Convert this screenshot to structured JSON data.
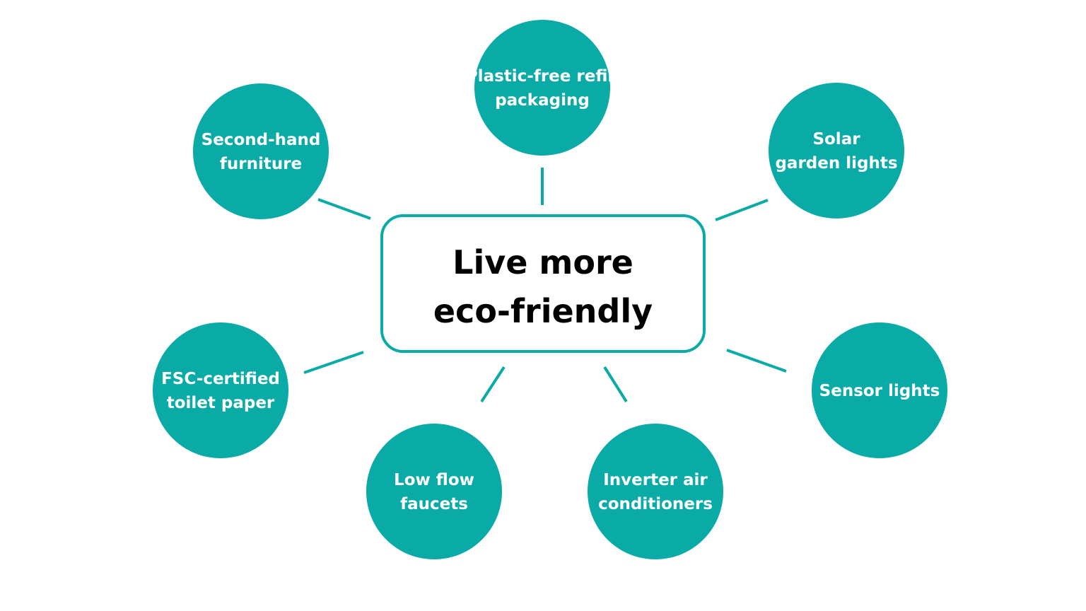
{
  "accent_color": "#0AABA6",
  "center": {
    "lines": [
      "Live more",
      "eco-friendly"
    ]
  },
  "nodes": [
    {
      "lines": [
        "Plastic-free refill",
        "packaging"
      ]
    },
    {
      "lines": [
        "Second-hand",
        "furniture"
      ]
    },
    {
      "lines": [
        "Solar",
        "garden lights"
      ]
    },
    {
      "lines": [
        "FSC-certified",
        "toilet paper"
      ]
    },
    {
      "lines": [
        "Sensor lights"
      ]
    },
    {
      "lines": [
        "Low flow",
        "faucets"
      ]
    },
    {
      "lines": [
        "Inverter air",
        "conditioners"
      ]
    }
  ]
}
